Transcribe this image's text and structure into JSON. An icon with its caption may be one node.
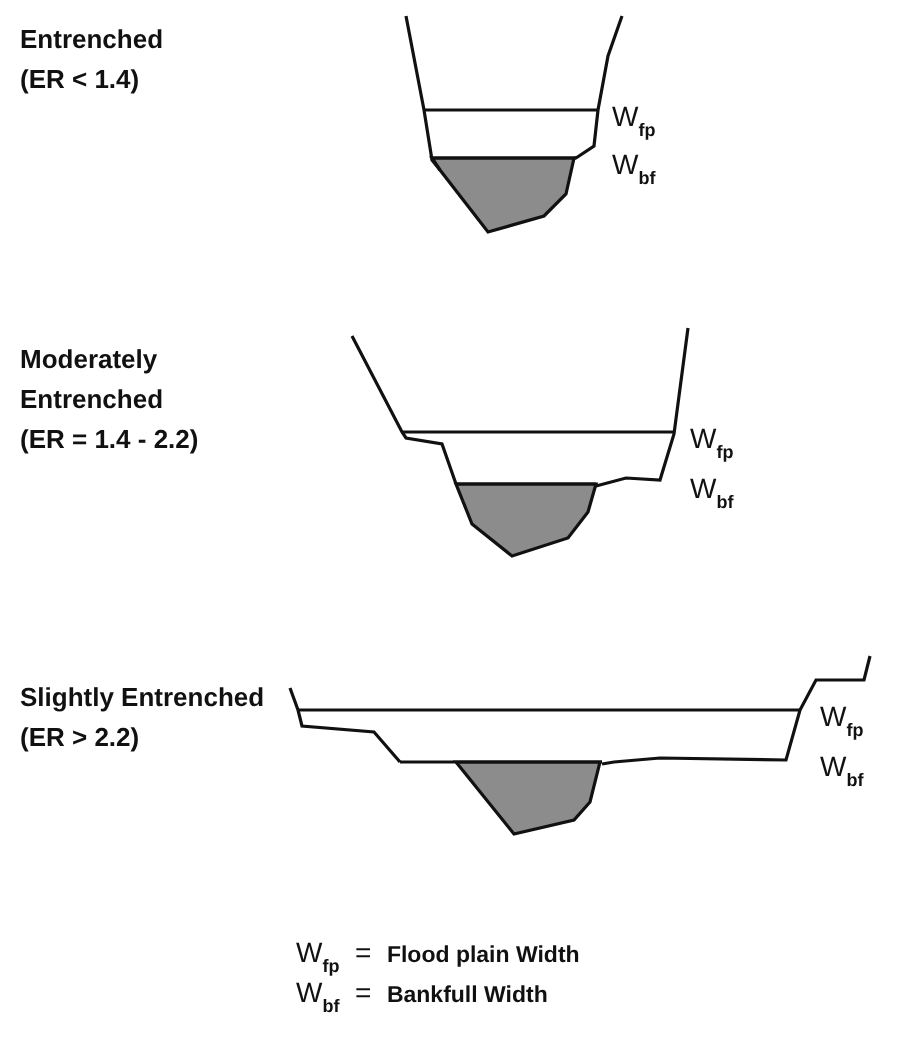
{
  "diagram": {
    "labels": [
      "Entrenched (ER < 1.4)",
      "W$_{fp}$",
      "W$_{bf}$",
      "Moderately Entrenched (ER = 1.4 - 2.2)",
      "W$_{fp}$",
      "W$_{bf}$",
      "Slightly Entrenched (ER > 2.2)",
      "W$_{fp}$",
      "W$_{bf}$",
      "W$_{fp}$  =  **Flood plain Width**",
      "W$_{bf}$  =  **Bankfull Width**"
    ]
  }
}
